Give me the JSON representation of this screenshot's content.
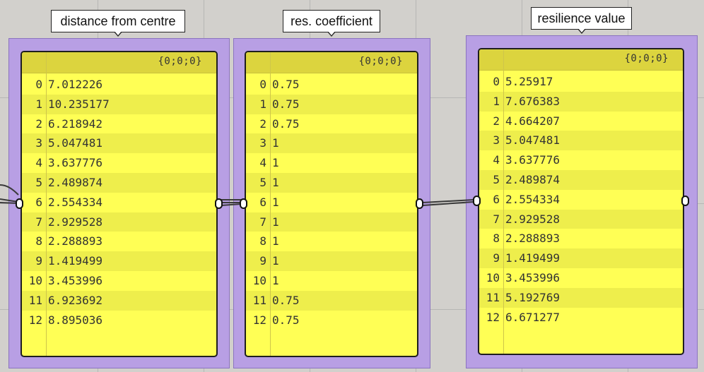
{
  "panels": [
    {
      "label": "distance from centre",
      "path": "{0;0;0}",
      "rows": [
        {
          "i": "0",
          "v": "7.012226"
        },
        {
          "i": "1",
          "v": "10.235177"
        },
        {
          "i": "2",
          "v": "6.218942"
        },
        {
          "i": "3",
          "v": "5.047481"
        },
        {
          "i": "4",
          "v": "3.637776"
        },
        {
          "i": "5",
          "v": "2.489874"
        },
        {
          "i": "6",
          "v": "2.554334"
        },
        {
          "i": "7",
          "v": "2.929528"
        },
        {
          "i": "8",
          "v": "2.288893"
        },
        {
          "i": "9",
          "v": "1.419499"
        },
        {
          "i": "10",
          "v": "3.453996"
        },
        {
          "i": "11",
          "v": "6.923692"
        },
        {
          "i": "12",
          "v": "8.895036"
        }
      ]
    },
    {
      "label": "res. coefficient",
      "path": "{0;0;0}",
      "rows": [
        {
          "i": "0",
          "v": "0.75"
        },
        {
          "i": "1",
          "v": "0.75"
        },
        {
          "i": "2",
          "v": "0.75"
        },
        {
          "i": "3",
          "v": "1"
        },
        {
          "i": "4",
          "v": "1"
        },
        {
          "i": "5",
          "v": "1"
        },
        {
          "i": "6",
          "v": "1"
        },
        {
          "i": "7",
          "v": "1"
        },
        {
          "i": "8",
          "v": "1"
        },
        {
          "i": "9",
          "v": "1"
        },
        {
          "i": "10",
          "v": "1"
        },
        {
          "i": "11",
          "v": "0.75"
        },
        {
          "i": "12",
          "v": "0.75"
        }
      ]
    },
    {
      "label": "resilience value",
      "path": "{0;0;0}",
      "rows": [
        {
          "i": "0",
          "v": "5.25917"
        },
        {
          "i": "1",
          "v": "7.676383"
        },
        {
          "i": "2",
          "v": "4.664207"
        },
        {
          "i": "3",
          "v": "5.047481"
        },
        {
          "i": "4",
          "v": "3.637776"
        },
        {
          "i": "5",
          "v": "2.489874"
        },
        {
          "i": "6",
          "v": "2.554334"
        },
        {
          "i": "7",
          "v": "2.929528"
        },
        {
          "i": "8",
          "v": "2.288893"
        },
        {
          "i": "9",
          "v": "1.419499"
        },
        {
          "i": "10",
          "v": "3.453996"
        },
        {
          "i": "11",
          "v": "5.192769"
        },
        {
          "i": "12",
          "v": "6.671277"
        }
      ]
    }
  ],
  "colors": {
    "canvas": "#d2d0cc",
    "group": "#b89fe4",
    "panel": "#ffff55",
    "panel_header": "#dcd43e"
  }
}
